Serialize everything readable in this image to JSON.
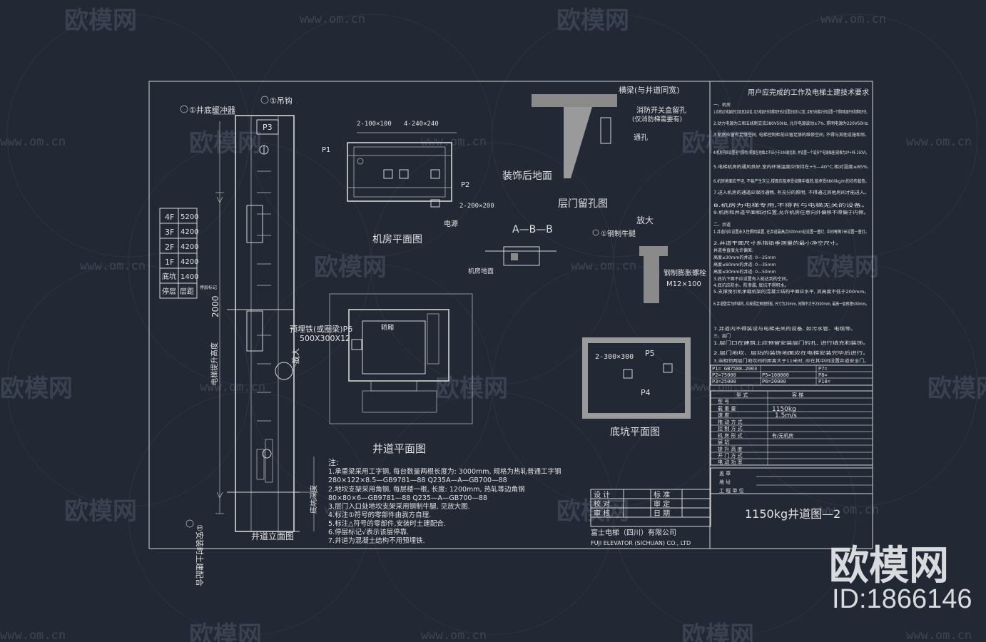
{
  "watermark": {
    "logo_text": "欧模网",
    "url_text": "www.om.cn",
    "brand": "欧模网",
    "id": "ID:1866146"
  },
  "drawing": {
    "shaft_section": {
      "callout_buffer": "①井底缓冲器",
      "callout_hook": "①吊钩",
      "label_p3": "P3",
      "embedded_iron": "预埋铁(或圈梁)P6",
      "embedded_size": "500X300X12",
      "enlarge": "放大",
      "vertical_dim": "2000",
      "vertical_label_left": "电梯提升高度",
      "vertical_label_right": "底坑深度",
      "bottom_callout": "①安装时土建配合",
      "title": "井道立面图",
      "floors": [
        {
          "name": "4F",
          "dist": "5200"
        },
        {
          "name": "3F",
          "dist": "4200"
        },
        {
          "name": "2F",
          "dist": "4200"
        },
        {
          "name": "1F",
          "dist": "4200"
        },
        {
          "name": "底坑",
          "dist": "1400"
        },
        {
          "name": "停层",
          "dist": "层距",
          "note": "停层标记"
        }
      ]
    },
    "machine_room": {
      "dim_top1": "2-100×100",
      "dim_top2": "4-240×240",
      "p1": "P1",
      "p2": "P2",
      "dim_bottom": "2-200×200",
      "power": "电源",
      "title": "机房平面图"
    },
    "door_hole": {
      "beam": "横梁(与井道同宽)",
      "switch_box": "消防开关盒留孔",
      "switch_note": "(仅消防梯需要有)",
      "through_hole": "通孔",
      "floor_finish": "装饰后地面",
      "title": "层门留孔图"
    },
    "section_ab": {
      "title": "A—B—B",
      "floor_label": "机房地面"
    },
    "detail": {
      "bracket": "①钢制牛腿",
      "enlarge": "放大",
      "bolt": "钢制膨胀螺栓",
      "bolt_size": "M12×100"
    },
    "shaft_plan": {
      "title": "井道平面图",
      "inner_label": "轿厢"
    },
    "pit_plan": {
      "dim": "2-300×300",
      "p5": "P5",
      "p4": "P4",
      "title": "底坑平面图"
    },
    "notes": {
      "header": "注:",
      "lines": [
        "1.承重梁采用工字钢, 每台数量两根长度为: 3000mm, 规格为热轧普通工字钢",
        "  280×122×8.5—GB9781—88    Q235A—A—GB700—88",
        "2.地坎支架采用角钢, 每层楼一根, 长度: 1200mm, 热轧等边角钢",
        "  80×80×6—GB9781—88    Q235—A—GB700—88",
        "3.层门入口处地坎支架采用钢制牛腿, 见放大图.",
        "4.标注①符号的零部件由我方自理.",
        "5.标注△符号的零部件,安装时土建配合.",
        "6.停层标记√表示该层停靠.",
        "7.井道为混凝土结构不用预埋铁."
      ]
    },
    "title_block": {
      "cells_left": [
        "设 计",
        "校 对",
        "审 核"
      ],
      "cells_right": [
        "标 准",
        "审 定",
        "日 期"
      ],
      "company_cn": "富士电梯（四川）有限公司",
      "company_en": "FUJI ELEVATOR (SICHUAN) CO., LTD",
      "drawing_name": "1150kg井道图—2"
    },
    "requirements": {
      "title": "用户应完成的工作及电梯土建技术要求",
      "section1": "一、机房",
      "items1": [
        "1.应将动力电源线引至机房及井道, 动力电源开关和照明开关应设置在机房入口处, 且每台电梯应分别设置一个照明电源开关和照明开关。",
        "2.动力电源为三相五线制交流380V50Hz, 允许电源波动±7%. 照明电源为220V50Hz.",
        "3.机房应留有足够空间, 电梯控制柜前应留足够的维修空间, 不得与其他设施相邻。",
        "4.机房内应设置电气照明, 照度在地面上不应小于200勒克斯, 并设置一个或多个电源插座(规格为2P+PE 250V)。",
        "5.电梯机房的通风良好,室内环境温度应保持在+5—40°C,相对湿度≤85%.",
        "6.机房地面应平坦, 不易产生灰尘,楼面应能承受如集中载荷,能承受6800kg/m的均布载荷。",
        "7.进入机房的通道应保持通畅, 有充分的照明, 不得通过其他房间才能进入。",
        "8.机房为电梯专用,不得有与电梯无关的设备。",
        "9.机房和井道平面相对位置,允许机房任意向外偏移不得偏于内侧。"
      ],
      "section2": "二、井道",
      "items2": [
        "1.井道内应设置永久性照明装置, 在井道最高点500mm处设置一盏灯, 中间每隔7米设置一盏灯。",
        "2.井道平面尺寸系指铅垂测量的最小净空尺寸。",
        "   井道垂直度允许偏差:",
        "   高度≤30mm的井道: 0—25mm",
        "   高度≤60mm的井道: 0—35mm",
        "   高度≤90mm的井道: 0—50mm",
        "3.底坑下面不应设置有人能达到的空间。",
        "4.底坑应防水、防渗漏, 底坑不得积水。",
        "5.支撑曳引机承载机架的混凝土结构平面应水平, 其高度不低于200mm。",
        "6.井道壁若为砖结构, 应按规定预埋铁板, 尺寸为20mm, 间隔不大于2500mm, 最高一层预埋500mm。",
        "7.井道内不得装设与电梯无关的设备, 如污水管、电缆等。"
      ],
      "section3": "三、层门",
      "items3": [
        "1.层门口在建筑上应预留安装层门的孔, 进行填充和装饰。",
        "2.层门地坎、层站的装饰地面应在电梯安装完毕后进行。",
        "3.当相邻两层门地坎间的距离大于11米时, 应在其中间设置井道安全门。"
      ],
      "forces": [
        {
          "a": "P1=   GB7588—2003",
          "b": "P7="
        },
        {
          "a": "P2=75000",
          "b": "P5=100000",
          "c": "P8="
        },
        {
          "a": "P3=25000",
          "b": "P6=20000",
          "c": "P10="
        }
      ],
      "spec_header": [
        "型 式",
        "客 梯"
      ],
      "specs": [
        {
          "k": "型 号",
          "v": ""
        },
        {
          "k": "载 重 量",
          "v": "1150kg"
        },
        {
          "k": "速 度",
          "v": "1.5m/s"
        },
        {
          "k": "拖 动 方 式",
          "v": ""
        },
        {
          "k": "控 制 方 式",
          "v": ""
        },
        {
          "k": "机 房 形 式",
          "v": "有/无机房"
        },
        {
          "k": "层 站",
          "v": ""
        },
        {
          "k": "提 升 高 度",
          "v": ""
        },
        {
          "k": "开 门 方 式",
          "v": ""
        },
        {
          "k": "电 动 功 率",
          "v": ""
        }
      ],
      "sign": [
        {
          "k": "盖 章",
          "v": ""
        },
        {
          "k": "地 址",
          "v": ""
        },
        {
          "k": "工 程 单 位",
          "v": ""
        }
      ]
    }
  }
}
